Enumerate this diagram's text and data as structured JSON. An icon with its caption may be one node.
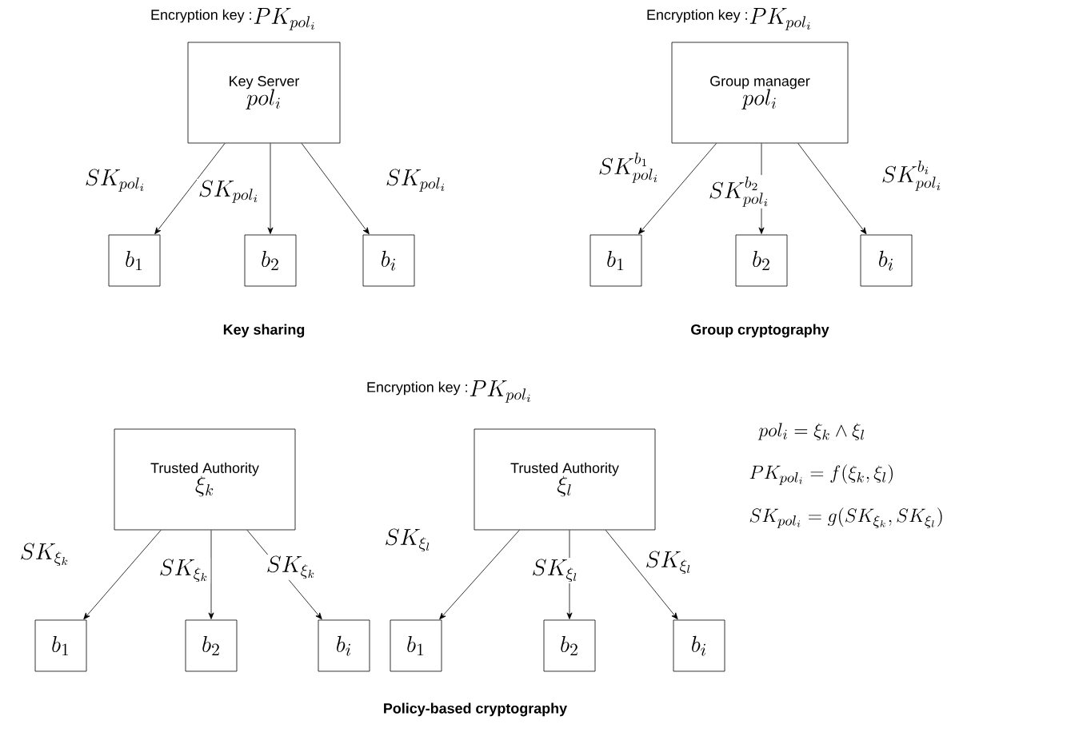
{
  "diagram": {
    "nodes": [
      {
        "text": [
          "Key Server",
          "pol_i"
        ]
      },
      {
        "text": [
          "b_1"
        ]
      },
      {
        "text": [
          "b_2"
        ]
      },
      {
        "text": [
          "b_i"
        ]
      },
      {
        "text": [
          "Group manager",
          "pol_i"
        ]
      },
      {
        "text": [
          "b_1"
        ]
      },
      {
        "text": [
          "b_2"
        ]
      },
      {
        "text": [
          "b_i"
        ]
      },
      {
        "text": [
          "Trusted Authority",
          "\\xi_k"
        ]
      },
      {
        "text": [
          "b_1"
        ]
      },
      {
        "text": [
          "b_2"
        ]
      },
      {
        "text": [
          "b_i"
        ]
      },
      {
        "text": [
          "Trusted Authority",
          "\\xi_l"
        ]
      },
      {
        "text": [
          "b_1"
        ]
      },
      {
        "text": [
          "b_2"
        ]
      },
      {
        "text": [
          "b_i"
        ]
      }
    ],
    "edges": [
      {
        "from": 0,
        "to": 1,
        "arrow": "to",
        "label": "SK_{pol_i}"
      },
      {
        "from": 0,
        "to": 2,
        "arrow": "to",
        "label": "SK_{pol_i}"
      },
      {
        "from": 0,
        "to": 3,
        "arrow": "to",
        "label": "SK_{pol_i}"
      },
      {
        "from": 4,
        "to": 5,
        "arrow": "to",
        "label": "SK^{b_1}_{pol_i}"
      },
      {
        "from": 4,
        "to": 6,
        "arrow": "to",
        "label": "SK^{b_2}_{pol_i}"
      },
      {
        "from": 4,
        "to": 7,
        "arrow": "to",
        "label": "SK^{b_i}_{pol_i}"
      },
      {
        "from": 8,
        "to": 9,
        "arrow": "to",
        "label": "SK_{\\xi_k}"
      },
      {
        "from": 8,
        "to": 10,
        "arrow": "to",
        "label": "SK_{\\xi_k}"
      },
      {
        "from": 8,
        "to": 11,
        "arrow": "to",
        "label": "SK_{\\xi_k}"
      },
      {
        "from": 12,
        "to": 13,
        "arrow": "to",
        "label": "SK_{\\xi_l}"
      },
      {
        "from": 12,
        "to": 14,
        "arrow": "to",
        "label": "SK_{\\xi_l}"
      },
      {
        "from": 12,
        "to": 15,
        "arrow": "to",
        "label": "SK_{\\xi_l}"
      }
    ],
    "labels": [
      "Encryption key :",
      "PK_{pol_i}",
      "Encryption key :",
      "PK_{pol_i}",
      "Key sharing",
      "Group cryptography",
      "Encryption key :",
      "PK_{pol_i}",
      "pol_i = \\xi_k \\wedge \\xi_l",
      "PK_{pol_i} = f(\\xi_k, \\xi_l)",
      "SK_{pol_i} = g(SK_{\\xi_k}, SK_{\\xi_l})",
      "Policy-based cryptography"
    ]
  }
}
